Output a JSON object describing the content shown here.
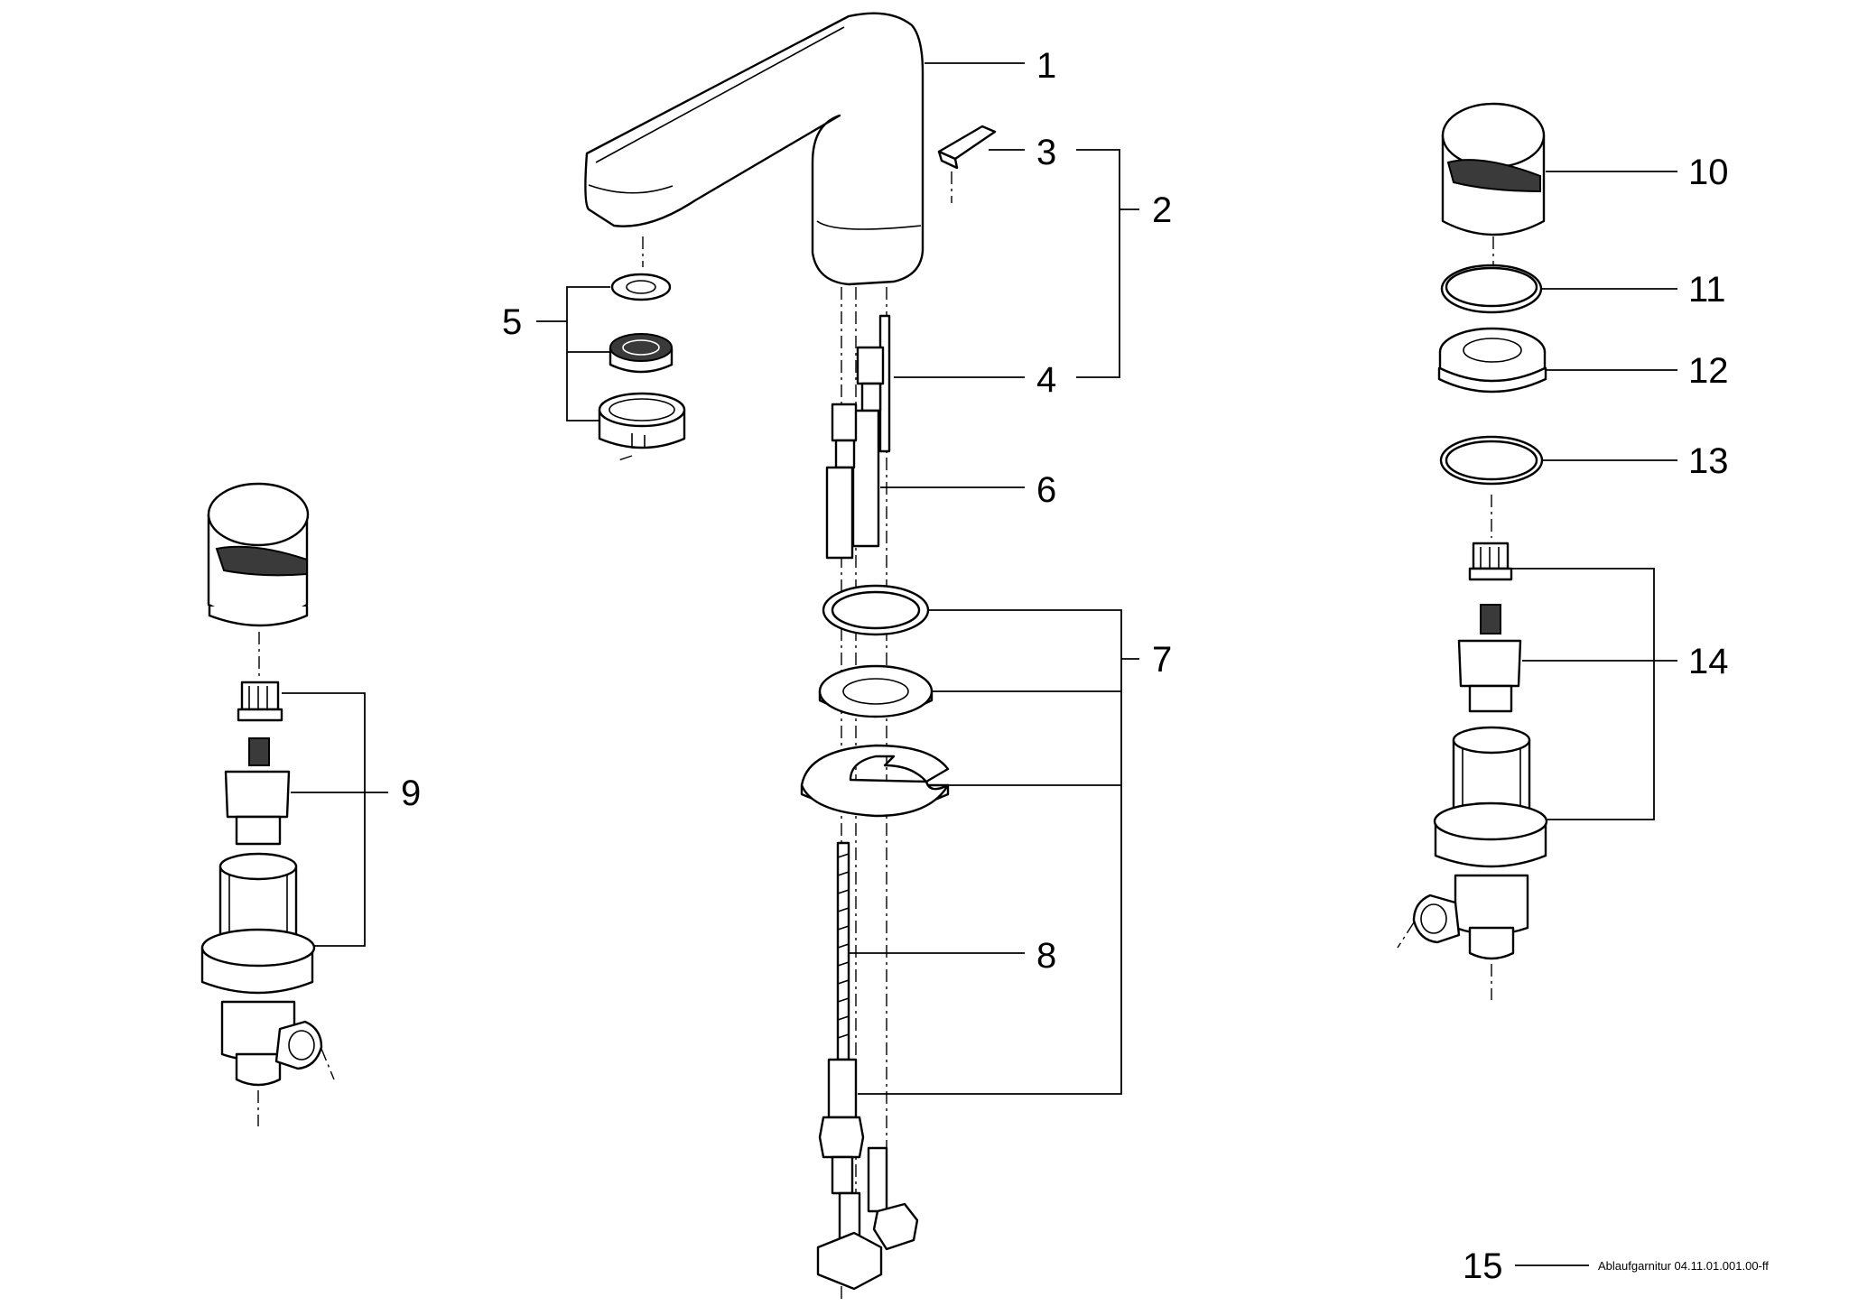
{
  "callouts": [
    {
      "id": "1",
      "label": "1"
    },
    {
      "id": "2",
      "label": "2"
    },
    {
      "id": "3",
      "label": "3"
    },
    {
      "id": "4",
      "label": "4"
    },
    {
      "id": "5",
      "label": "5"
    },
    {
      "id": "6",
      "label": "6"
    },
    {
      "id": "7",
      "label": "7"
    },
    {
      "id": "8",
      "label": "8"
    },
    {
      "id": "9",
      "label": "9"
    },
    {
      "id": "10",
      "label": "10"
    },
    {
      "id": "11",
      "label": "11"
    },
    {
      "id": "12",
      "label": "12"
    },
    {
      "id": "13",
      "label": "13"
    },
    {
      "id": "14",
      "label": "14"
    },
    {
      "id": "15",
      "label": "15"
    }
  ],
  "note": "Ablaufgarnitur 04.11.01.001.00-ff"
}
